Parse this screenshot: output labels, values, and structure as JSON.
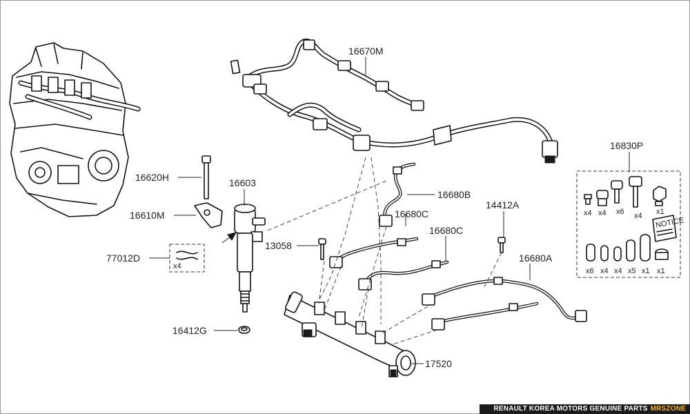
{
  "diagram": {
    "title": "Fuel injection - rail, injectors and return hoses",
    "callouts": {
      "p16670M": "16670M",
      "p16830P": "16830P",
      "p16620H": "16620H",
      "p16603": "16603",
      "p16680B": "16680B",
      "p16610M": "16610M",
      "p16680C_a": "16680C",
      "p14412A": "14412A",
      "p16680C_b": "16680C",
      "p13058": "13058",
      "p77012D": "77012D",
      "p16680A": "16680A",
      "p16412G": "16412G",
      "p17520": "17520"
    },
    "clip_qty": "x4",
    "kit": {
      "top_qty": [
        "x4",
        "x4",
        "x6",
        "x4",
        "x1"
      ],
      "bottom_qty": [
        "x6",
        "x4",
        "x4",
        "x5",
        "x1",
        "x1"
      ],
      "notice": "NOTICE"
    }
  },
  "footer": {
    "brand": "RENAULT KOREA MOTORS GENUINE PARTS",
    "site": "MRSZONE"
  },
  "colors": {
    "background": "#ffffff",
    "lines": "#111111",
    "footer_bg": "#1b1b1b",
    "footer_accent": "#f5b21b"
  }
}
